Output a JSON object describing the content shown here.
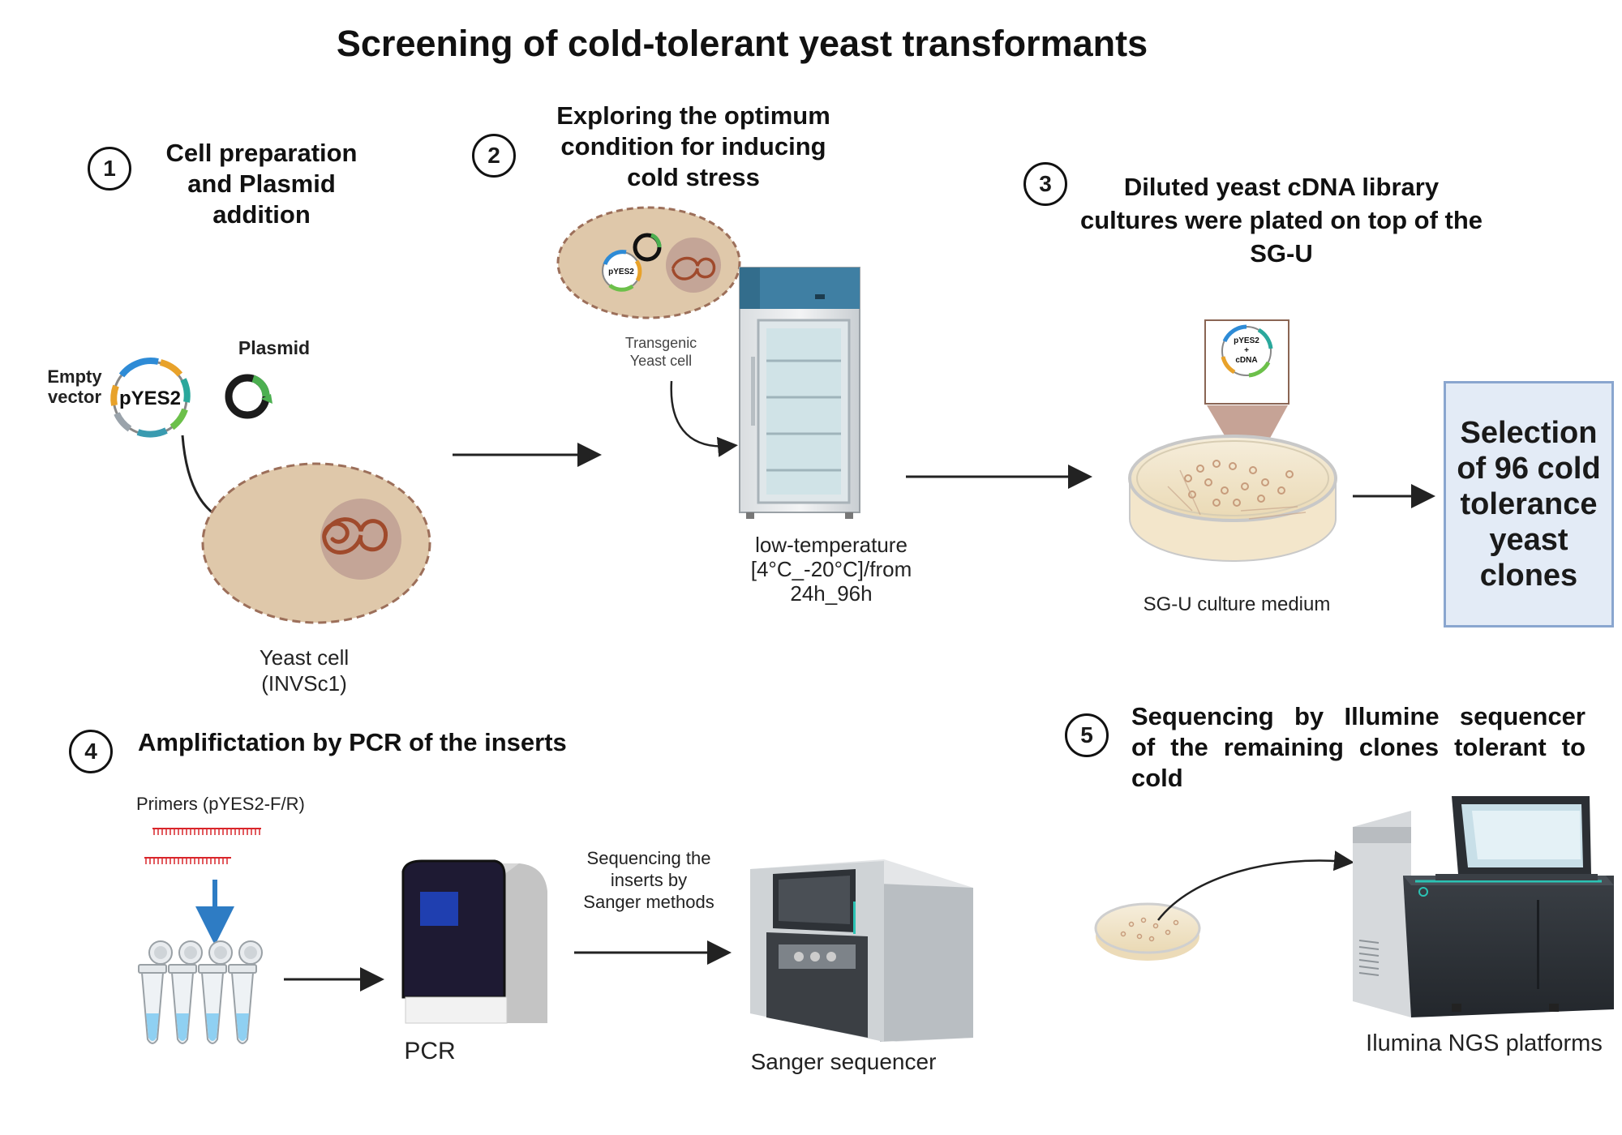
{
  "title": "Screening of cold-tolerant yeast transformants",
  "steps": [
    {
      "number": "1",
      "title_lines": [
        "Cell preparation",
        "and Plasmid",
        "addition"
      ]
    },
    {
      "number": "2",
      "title_lines": [
        "Exploring the optimum",
        "condition for inducing",
        "cold stress"
      ]
    },
    {
      "number": "3",
      "title_lines": [
        "Diluted yeast cDNA library",
        "cultures were plated on top of the",
        "SG-U"
      ]
    },
    {
      "number": "4",
      "title": "Amplifictation by PCR of the inserts"
    },
    {
      "number": "5",
      "title_lines": [
        "Sequencing by Illumine sequencer",
        "of the remaining clones tolerant to",
        "cold"
      ]
    }
  ],
  "step1": {
    "empty_vector_lines": [
      "Empty",
      "vector"
    ],
    "plasmid_name": "pYES2",
    "plasmid_label": "Plasmid",
    "yeast_cell_lines": [
      "Yeast cell",
      "(INVSc1)"
    ]
  },
  "step2": {
    "plasmid_name": "pYES2",
    "transgenic_lines": [
      "Transgenic",
      "Yeast cell"
    ],
    "fridge_lines": [
      "low-temperature",
      "[4°C_-20°C]/from",
      "24h_96h"
    ]
  },
  "step3": {
    "zoom_lines": [
      "pYES2",
      "+",
      "cDNA"
    ],
    "medium_label": "SG-U culture medium",
    "selection_lines": [
      "Selection",
      "of 96 cold",
      "tolerance",
      "yeast",
      "clones"
    ]
  },
  "step4": {
    "primers_label": "Primers (pYES2-F/R)",
    "pcr_label": "PCR",
    "sequencing_lines": [
      "Sequencing the",
      "inserts by",
      "Sanger methods"
    ],
    "sanger_label": "Sanger sequencer"
  },
  "step5": {
    "platform_label": "Ilumina NGS platforms"
  },
  "colors": {
    "cell_fill": "#dfc8aa",
    "cell_border": "#9c6f5a",
    "nucleus": "#c4a597",
    "dna": "#a04a2c",
    "fridge_top": "#3f7fa3",
    "selection_fill": "#e3ebf6",
    "selection_border": "#8aa6cf",
    "primer": "#d9262b",
    "down_arrow": "#2e7cc4"
  }
}
